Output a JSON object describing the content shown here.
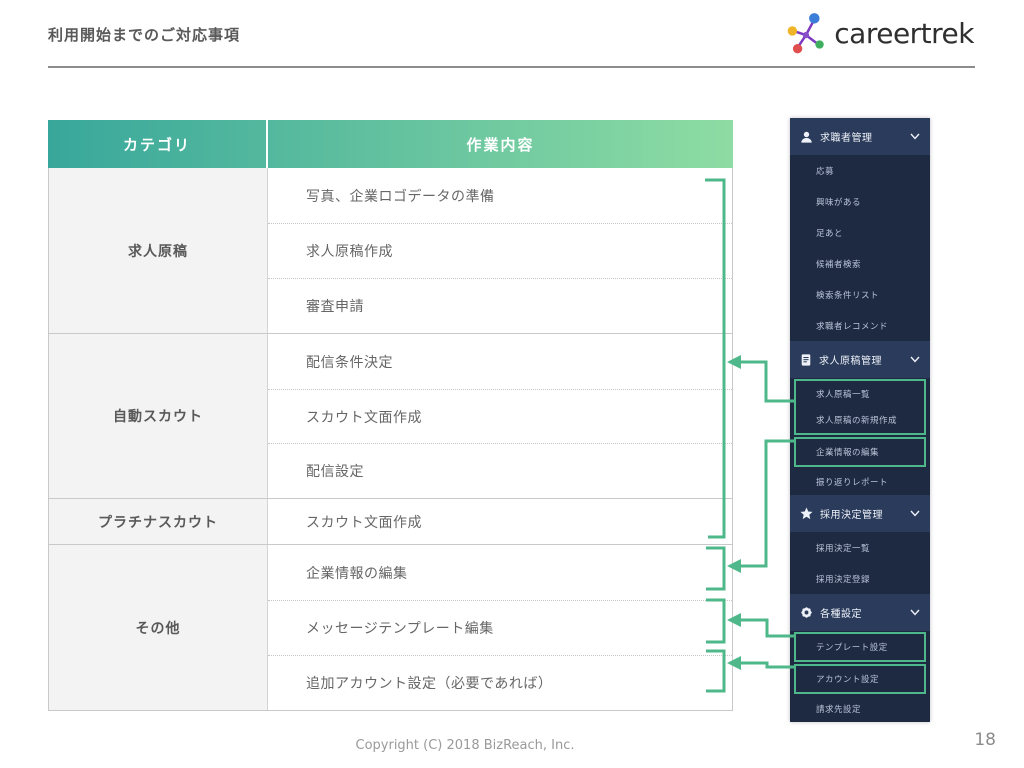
{
  "header": {
    "title": "利用開始までのご対応事項",
    "logo_text": "careertrek"
  },
  "table": {
    "columns": [
      "カテゴリ",
      "作業内容"
    ],
    "groups": [
      {
        "category": "求人原稿",
        "rows": [
          "写真、企業ロゴデータの準備",
          "求人原稿作成",
          "審査申請"
        ]
      },
      {
        "category": "自動スカウト",
        "rows": [
          "配信条件決定",
          "スカウト文面作成",
          "配信設定"
        ]
      },
      {
        "category": "プラチナスカウト",
        "rows": [
          "スカウト文面作成"
        ]
      },
      {
        "category": "その他",
        "rows": [
          "企業情報の編集",
          "メッセージテンプレート編集",
          "追加アカウント設定（必要であれば）"
        ]
      }
    ]
  },
  "sidebar": {
    "sections": [
      {
        "title": "求職者管理",
        "icon": "person",
        "items": [
          {
            "label": "応募"
          },
          {
            "label": "興味がある"
          },
          {
            "label": "足あと"
          },
          {
            "label": "候補者検索"
          },
          {
            "label": "検索条件リスト"
          },
          {
            "label": "求職者レコメンド"
          }
        ]
      },
      {
        "title": "求人原稿管理",
        "icon": "document",
        "items": [
          {
            "label": "求人原稿一覧",
            "highlighted": true
          },
          {
            "label": "求人原稿の新規作成",
            "highlighted": true
          },
          {
            "label": "企業情報の編集",
            "highlighted": true
          },
          {
            "label": "振り返りレポート"
          }
        ]
      },
      {
        "title": "採用決定管理",
        "icon": "star",
        "items": [
          {
            "label": "採用決定一覧"
          },
          {
            "label": "採用決定登録"
          }
        ]
      },
      {
        "title": "各種設定",
        "icon": "gear",
        "items": [
          {
            "label": "テンプレート設定",
            "highlighted": true
          },
          {
            "label": "アカウント設定",
            "highlighted": true
          },
          {
            "label": "請求先設定"
          }
        ]
      }
    ]
  },
  "footer": {
    "copyright": "Copyright (C) 2018 BizReach, Inc.",
    "page_number": "18"
  },
  "colors": {
    "accent_green": "#4fb88a",
    "table_header_gradient_start": "#38a79b",
    "table_header_gradient_end": "#8edca3",
    "sidebar_bg": "#1e2a42",
    "sidebar_header_bg": "#2b3b5b",
    "logo_dot_blue": "#3b7dd8",
    "logo_dot_yellow": "#f0b429",
    "logo_dot_red": "#e04f4f",
    "logo_dot_green": "#3faf5f",
    "logo_dot_purple": "#8a4fc8"
  }
}
